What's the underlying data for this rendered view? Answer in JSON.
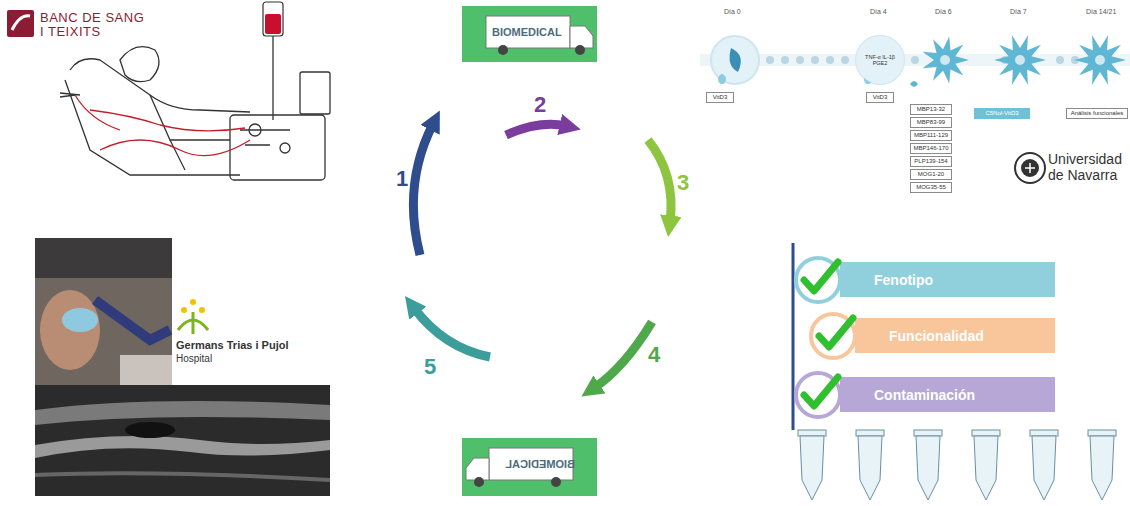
{
  "diagram": {
    "nodes": [
      {
        "text": [
          "VitD3"
        ]
      },
      {
        "text": [
          "TNF-α IL-1β PGE2"
        ]
      },
      {
        "text": [
          "VitD3"
        ]
      },
      {
        "text": [
          "MBP13-32"
        ]
      },
      {
        "text": [
          "MBP83-99"
        ]
      },
      {
        "text": [
          "MBP111-129"
        ]
      },
      {
        "text": [
          "MBP146-170"
        ]
      },
      {
        "text": [
          "PLP139-154"
        ]
      },
      {
        "text": [
          "MOG1-20"
        ]
      },
      {
        "text": [
          "MOG35-55"
        ]
      },
      {
        "text": [
          "C5Nol-VitD3"
        ]
      },
      {
        "text": [
          "Análisis funcionales"
        ]
      },
      {
        "text": [
          "Fenotipo"
        ]
      },
      {
        "text": [
          "Funcionalidad"
        ]
      },
      {
        "text": [
          "Contaminación"
        ]
      }
    ],
    "labels": [
      "BANC DE SANG I TEIXITS",
      "BIOMEDICAL",
      "1",
      "2",
      "3",
      "4",
      "5",
      "Día 0",
      "Día 4",
      "Día 6",
      "Día 7",
      "Día 14/21",
      "Universidad de Navarra",
      "Germans Trias i Pujol",
      "Hospital",
      "BIOMEDICAL"
    ]
  }
}
